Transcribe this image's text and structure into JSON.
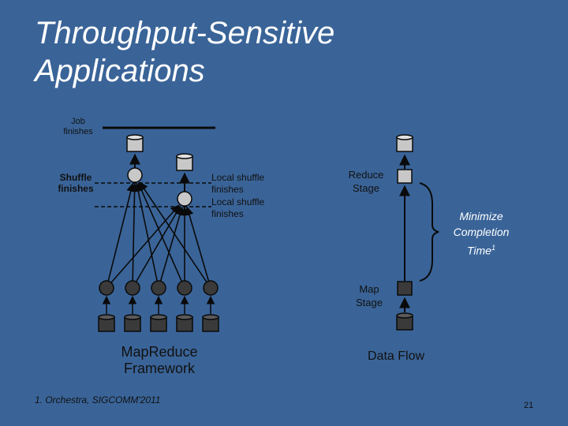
{
  "slide": {
    "title_line1": "Throughput-Sensitive",
    "title_line2": "Applications",
    "page_number": "21"
  },
  "diagram": {
    "job_finishes": "Job finishes",
    "shuffle_finishes": "Shuffle finishes",
    "local_shuffle_1": "Local shuffle finishes",
    "local_shuffle_2": "Local shuffle finishes",
    "reduce_stage": "Reduce Stage",
    "map_stage": "Map Stage",
    "minimize": "Minimize Completion Time",
    "minimize_superscript": "1",
    "mapreduce_label": "MapReduce Framework",
    "dataflow_label": "Data Flow",
    "footnote": "1. Orchestra, SIGCOMM'2011"
  },
  "colors": {
    "background": "#3a6498",
    "node_fill": "#3a3a3a",
    "light_fill": "#c8c8c8",
    "line": "#0a0a0a"
  }
}
